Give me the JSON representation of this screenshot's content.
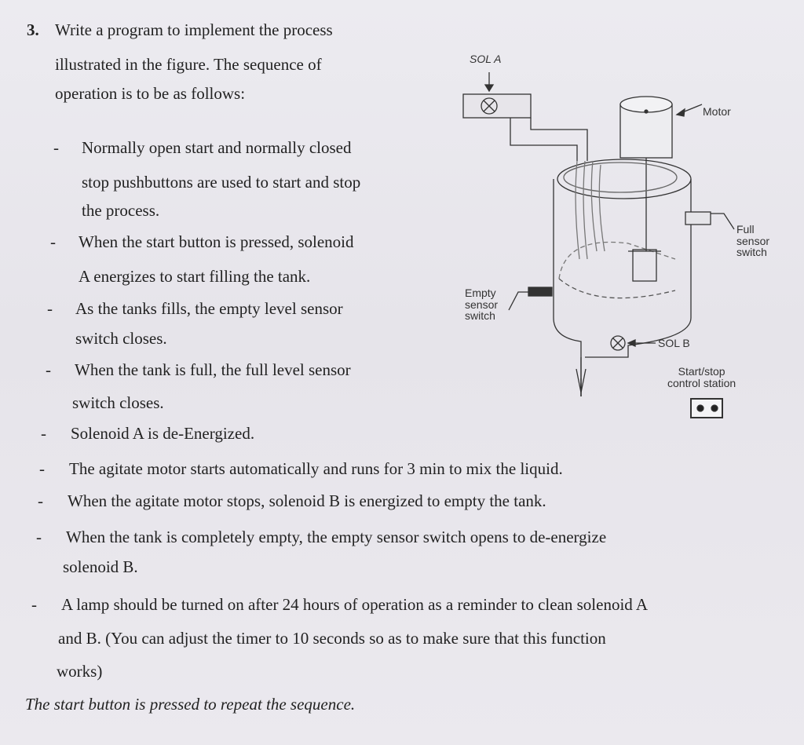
{
  "question": {
    "number": "3.",
    "intro_lines": [
      "Write a program to implement the process",
      "illustrated in the figure. The sequence of",
      "operation is to be as follows:"
    ],
    "bullets": [
      {
        "marker": "-",
        "lines": [
          "Normally open start and normally closed",
          "stop pushbuttons are used to start and stop",
          "the process."
        ]
      },
      {
        "marker": "-",
        "lines": [
          "When the start button is pressed, solenoid",
          "A energizes to start filling the tank."
        ]
      },
      {
        "marker": "-",
        "lines": [
          "As the tanks fills, the empty level sensor",
          "switch closes."
        ]
      },
      {
        "marker": "-",
        "lines": [
          "When the tank is full, the full level sensor",
          "switch closes."
        ]
      },
      {
        "marker": "-",
        "lines": [
          "Solenoid A is de-Energized."
        ]
      },
      {
        "marker": "-",
        "lines": [
          "The agitate motor starts automatically and runs for 3 min to mix the liquid."
        ]
      },
      {
        "marker": "-",
        "lines": [
          "When the agitate motor stops, solenoid B is energized to empty the tank."
        ]
      },
      {
        "marker": "-",
        "lines": [
          "When the tank is completely empty, the empty sensor switch opens to de-energize",
          "solenoid B."
        ]
      },
      {
        "marker": "-",
        "lines": [
          "A lamp should be turned on after 24 hours of operation as a reminder to clean solenoid A",
          "and B. (You can adjust the timer to 10 seconds so as to make sure that this function",
          "works)"
        ]
      }
    ],
    "closing": "The start button is pressed to repeat the sequence."
  },
  "diagram": {
    "sol_a": "SOL A",
    "motor": "Motor",
    "full_sensor": [
      "Full",
      "sensor",
      "switch"
    ],
    "empty_sensor": [
      "Empty",
      "sensor",
      "switch"
    ],
    "sol_b": "SOL B",
    "start_stop": [
      "Start/stop",
      "control station"
    ]
  }
}
